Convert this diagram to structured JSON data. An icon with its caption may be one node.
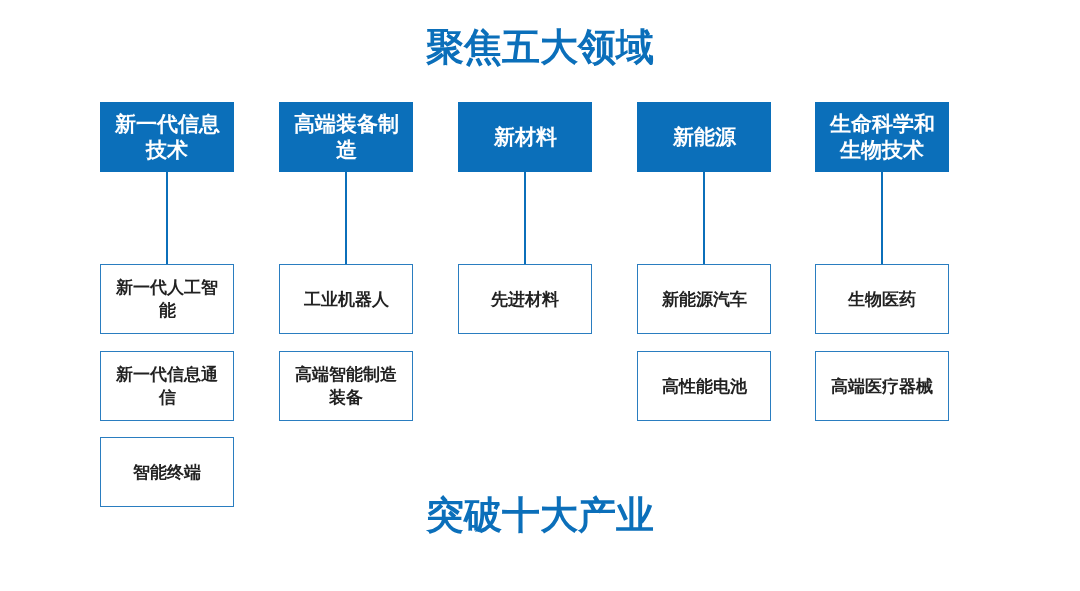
{
  "diagram": {
    "title": "聚焦五大领域",
    "nodes": [
      {
        "text": [
          "新一代信息技术"
        ]
      },
      {
        "text": [
          "高端装备制造"
        ]
      },
      {
        "text": [
          "新材料"
        ]
      },
      {
        "text": [
          "新能源"
        ]
      },
      {
        "text": [
          "生命科学和生物技术"
        ]
      },
      {
        "text": [
          "新一代人工智能"
        ]
      },
      {
        "text": [
          "工业机器人"
        ]
      },
      {
        "text": [
          "先进材料"
        ]
      },
      {
        "text": [
          "新能源汽车"
        ]
      },
      {
        "text": [
          "生物医药"
        ]
      },
      {
        "text": [
          "新一代信息通信"
        ]
      },
      {
        "text": [
          "高端智能制造装备"
        ]
      },
      {
        "text": [
          "高性能电池"
        ]
      },
      {
        "text": [
          "高端医疗器械"
        ]
      },
      {
        "text": [
          "智能终端"
        ]
      }
    ],
    "edges": [
      {
        "from": 0,
        "to": 5,
        "arrow": "none"
      },
      {
        "from": 1,
        "to": 6,
        "arrow": "none"
      },
      {
        "from": 2,
        "to": 7,
        "arrow": "none"
      },
      {
        "from": 3,
        "to": 8,
        "arrow": "none"
      },
      {
        "from": 4,
        "to": 9,
        "arrow": "none"
      }
    ],
    "labels": [
      "突破十大产业"
    ]
  }
}
